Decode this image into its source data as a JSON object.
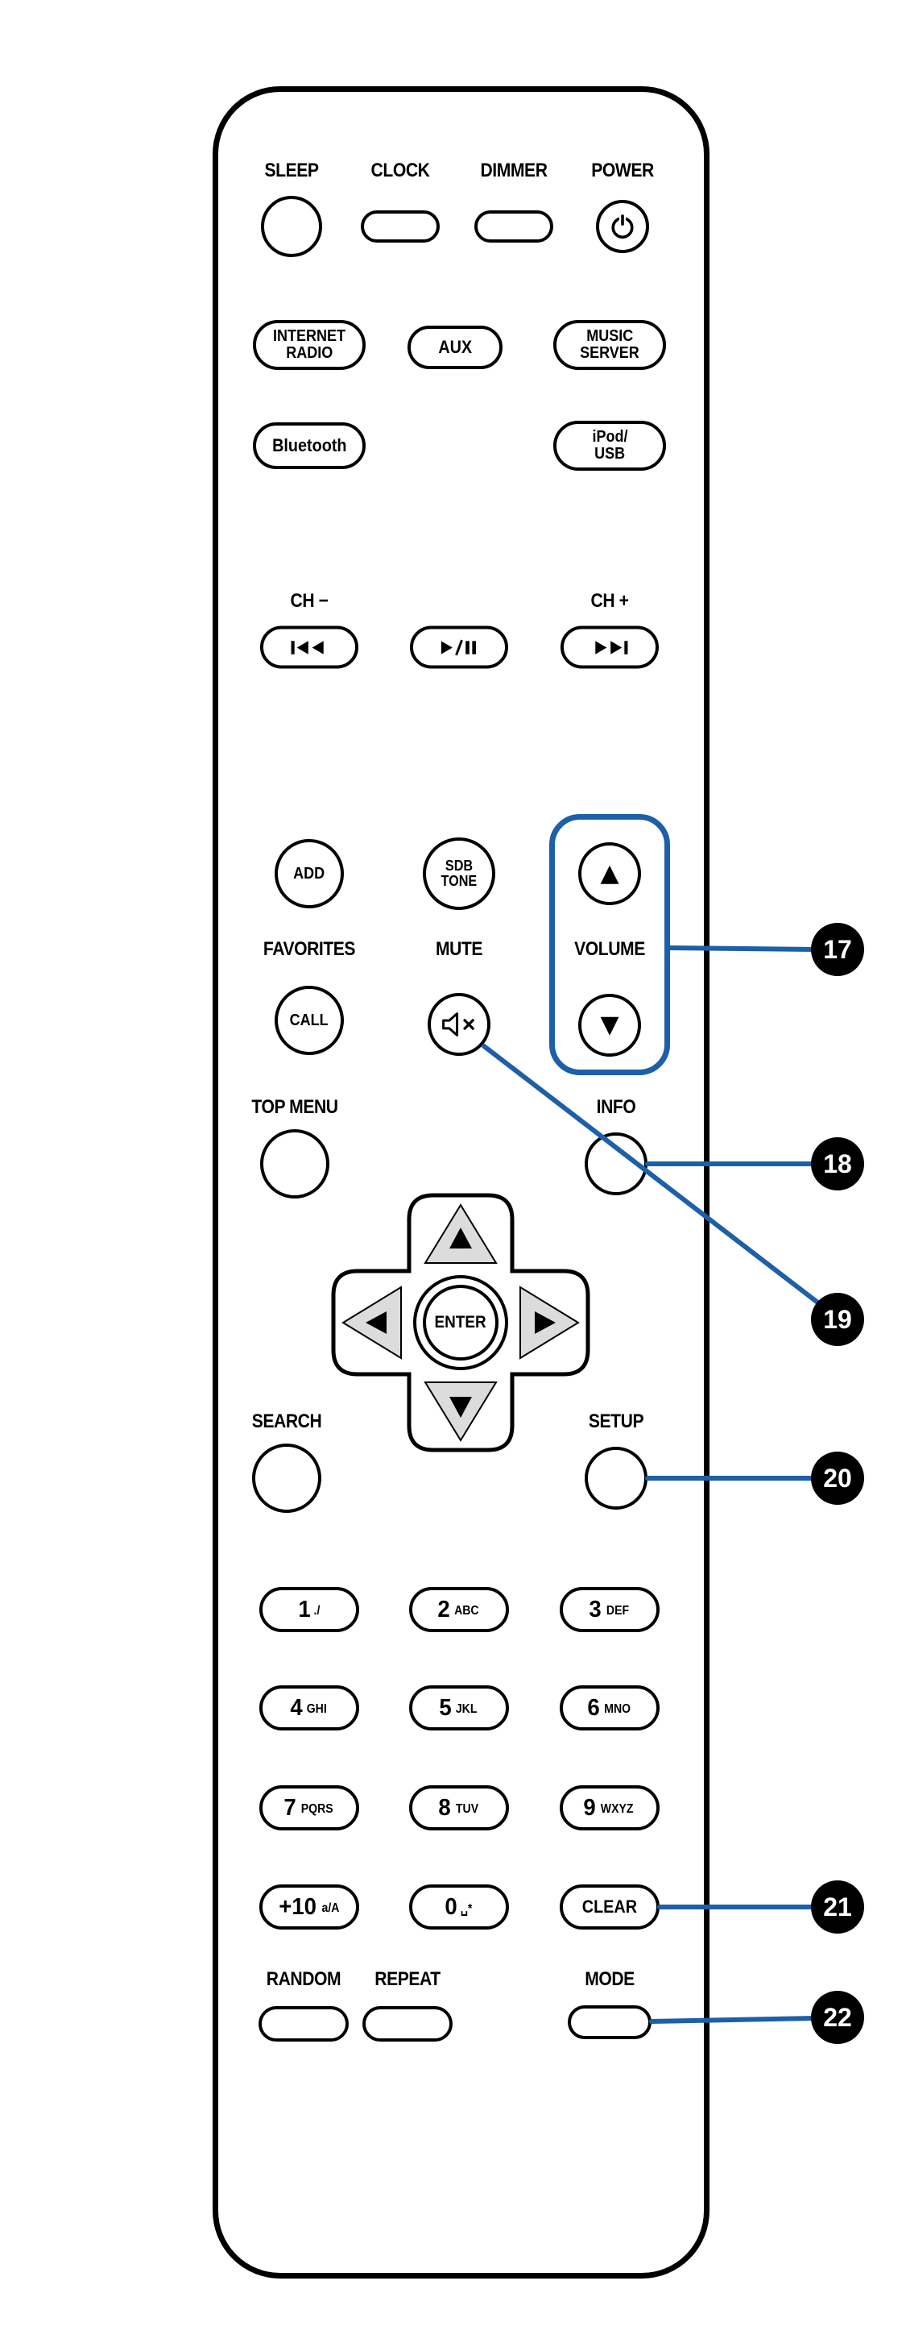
{
  "colors": {
    "callout_blue": "#1d5fa8"
  },
  "glyphs": {
    "volume_up": "▲",
    "volume_down": "▼"
  },
  "labels": {
    "sleep": "SLEEP",
    "clock": "CLOCK",
    "dimmer": "DIMMER",
    "power": "POWER",
    "ch_minus": "CH −",
    "ch_plus": "CH +",
    "favorites": "FAVORITES",
    "mute": "MUTE",
    "volume": "VOLUME",
    "top_menu": "TOP MENU",
    "info": "INFO",
    "search": "SEARCH",
    "setup": "SETUP",
    "random": "RANDOM",
    "repeat": "REPEAT",
    "mode": "MODE"
  },
  "buttons": {
    "internet_radio": [
      "INTERNET",
      "RADIO"
    ],
    "aux": "AUX",
    "music_server": [
      "MUSIC",
      "SERVER"
    ],
    "bluetooth": "Bluetooth",
    "ipod_usb": [
      "iPod/",
      "USB"
    ],
    "add": "ADD",
    "sdb_tone": [
      "SDB",
      "TONE"
    ],
    "call": "CALL",
    "enter": "ENTER",
    "clear": "CLEAR"
  },
  "keypad": [
    {
      "digit": "1",
      "letters": "./"
    },
    {
      "digit": "2",
      "letters": "ABC"
    },
    {
      "digit": "3",
      "letters": "DEF"
    },
    {
      "digit": "4",
      "letters": "GHI"
    },
    {
      "digit": "5",
      "letters": "JKL"
    },
    {
      "digit": "6",
      "letters": "MNO"
    },
    {
      "digit": "7",
      "letters": "PQRS"
    },
    {
      "digit": "8",
      "letters": "TUV"
    },
    {
      "digit": "9",
      "letters": "WXYZ"
    },
    {
      "digit": "+10",
      "letters": "a/A"
    },
    {
      "digit": "0",
      "letters": "␣*"
    }
  ],
  "callouts": [
    "17",
    "18",
    "19",
    "20",
    "21",
    "22"
  ]
}
